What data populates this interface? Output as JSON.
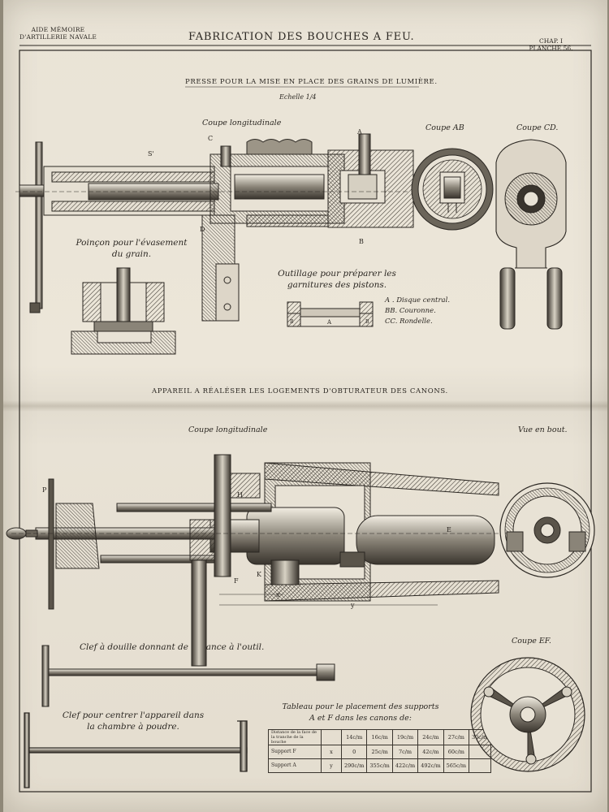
{
  "header": {
    "left_line1": "AIDE MÉMOIRE",
    "left_line2": "D'ARTILLERIE NAVALE",
    "title": "FABRICATION DES BOUCHES A FEU.",
    "right_line1": "CHAP. I",
    "right_line2": "PLANCHE 56."
  },
  "upper": {
    "section_title": "PRESSE POUR LA MISE EN PLACE DES GRAINS DE LUMIÈRE.",
    "scale": "Echelle 1/4",
    "coupe_long": "Coupe longitudinale",
    "coupe_ab": "Coupe AB",
    "coupe_cd": "Coupe CD.",
    "poincon_line1": "Poinçon pour l'évasement",
    "poincon_line2": "du grain.",
    "outillage_line1": "Outillage pour préparer les",
    "outillage_line2": "garnitures des pistons.",
    "legend": [
      "A . Disque central.",
      "BB. Couronne.",
      "CC. Rondelle."
    ]
  },
  "lower": {
    "section_title": "APPAREIL A RÉALÉSER LES LOGEMENTS D'OBTURATEUR DES CANONS.",
    "coupe_long": "Coupe longitudinale",
    "vue_bout": "Vue en bout.",
    "coupe_ef": "Coupe EF.",
    "clef_douille": "Clef à douille donnant de l'avance à l'outil.",
    "clef_centrer_line1": "Clef pour centrer l'appareil dans",
    "clef_centrer_line2": "la chambre à poudre.",
    "tableau_line1": "Tableau pour le placement des supports",
    "tableau_line2": "A et F dans les canons de:",
    "table": {
      "header_cell": "Distance de la face de la tranche de la bouche",
      "calibres": [
        "14c/m",
        "16c/m",
        "19c/m",
        "24c/m",
        "27c/m",
        "30c/m"
      ],
      "rows": [
        {
          "label": "Support F",
          "var": "x",
          "values": [
            "0",
            "25c/m",
            "7c/m",
            "42c/m",
            "60c/m",
            ""
          ]
        },
        {
          "label": "Support A",
          "var": "y",
          "values": [
            "290c/m",
            "355c/m",
            "422c/m",
            "492c/m",
            "565c/m",
            ""
          ]
        }
      ]
    }
  }
}
